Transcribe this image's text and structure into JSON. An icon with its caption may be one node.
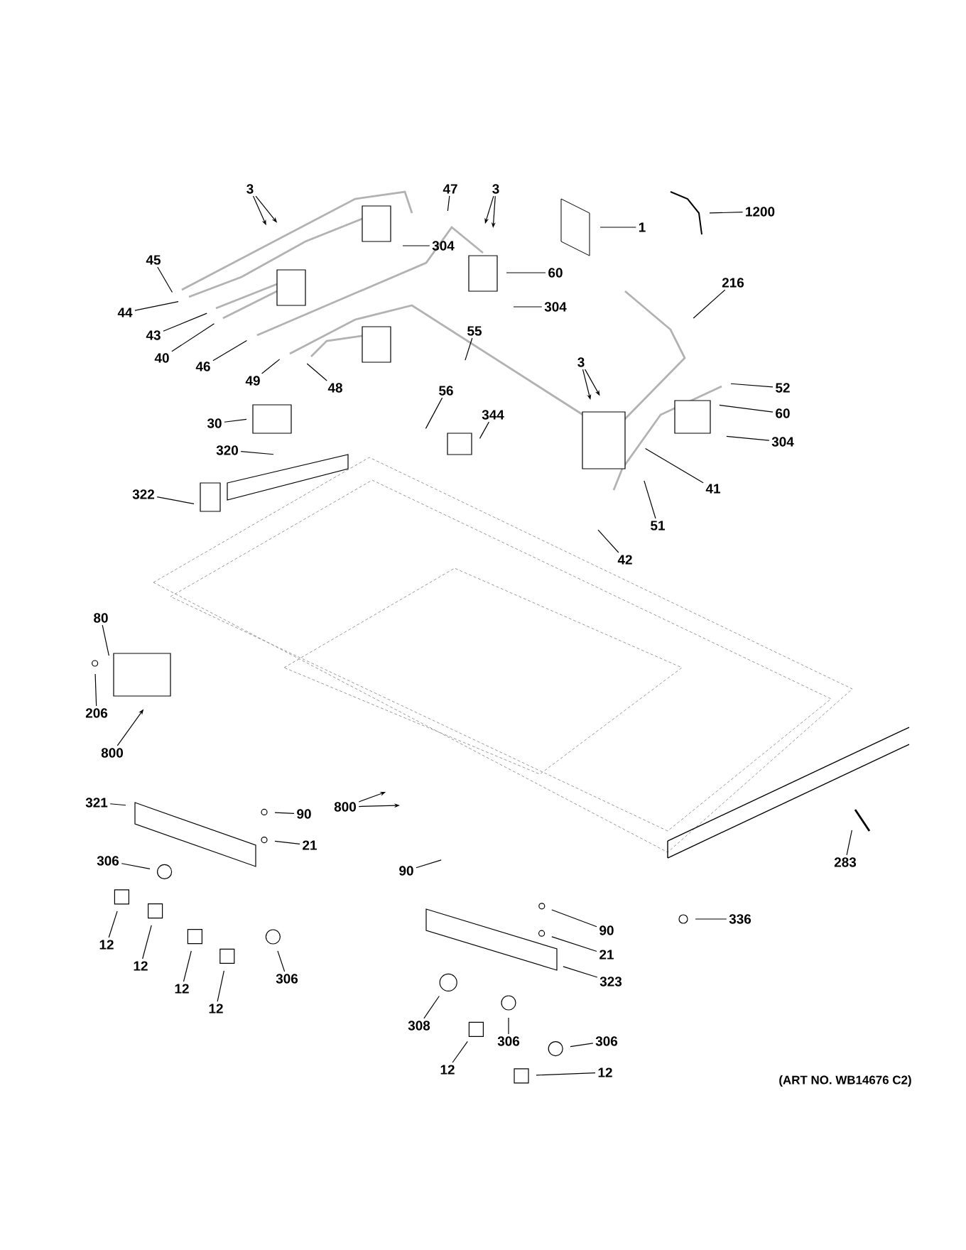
{
  "diagram": {
    "nodes": [
      {
        "text": [
          "3"
        ]
      },
      {
        "text": [
          "47"
        ]
      },
      {
        "text": [
          "3"
        ]
      },
      {
        "text": [
          "1"
        ]
      },
      {
        "text": [
          "1200"
        ]
      },
      {
        "text": [
          "304"
        ]
      },
      {
        "text": [
          "45"
        ]
      },
      {
        "text": [
          "60"
        ]
      },
      {
        "text": [
          "216"
        ]
      },
      {
        "text": [
          "304"
        ]
      },
      {
        "text": [
          "44"
        ]
      },
      {
        "text": [
          "43"
        ]
      },
      {
        "text": [
          "40"
        ]
      },
      {
        "text": [
          "46"
        ]
      },
      {
        "text": [
          "55"
        ]
      },
      {
        "text": [
          "3"
        ]
      },
      {
        "text": [
          "49"
        ]
      },
      {
        "text": [
          "48"
        ]
      },
      {
        "text": [
          "52"
        ]
      },
      {
        "text": [
          "56"
        ]
      },
      {
        "text": [
          "60"
        ]
      },
      {
        "text": [
          "344"
        ]
      },
      {
        "text": [
          "30"
        ]
      },
      {
        "text": [
          "304"
        ]
      },
      {
        "text": [
          "320"
        ]
      },
      {
        "text": [
          "41"
        ]
      },
      {
        "text": [
          "322"
        ]
      },
      {
        "text": [
          "51"
        ]
      },
      {
        "text": [
          "42"
        ]
      },
      {
        "text": [
          "80"
        ]
      },
      {
        "text": [
          "206"
        ]
      },
      {
        "text": [
          "800"
        ]
      },
      {
        "text": [
          "321"
        ]
      },
      {
        "text": [
          "800"
        ]
      },
      {
        "text": [
          "90"
        ]
      },
      {
        "text": [
          "21"
        ]
      },
      {
        "text": [
          "306"
        ]
      },
      {
        "text": [
          "283"
        ]
      },
      {
        "text": [
          "90"
        ]
      },
      {
        "text": [
          "336"
        ]
      },
      {
        "text": [
          "90"
        ]
      },
      {
        "text": [
          "12"
        ]
      },
      {
        "text": [
          "21"
        ]
      },
      {
        "text": [
          "12"
        ]
      },
      {
        "text": [
          "306"
        ]
      },
      {
        "text": [
          "323"
        ]
      },
      {
        "text": [
          "12"
        ]
      },
      {
        "text": [
          "12"
        ]
      },
      {
        "text": [
          "308"
        ]
      },
      {
        "text": [
          "306"
        ]
      },
      {
        "text": [
          "306"
        ]
      },
      {
        "text": [
          "12"
        ]
      },
      {
        "text": [
          "12"
        ]
      }
    ],
    "edges": [
      {
        "from": 0,
        "to": null,
        "arrow": "to"
      },
      {
        "from": 0,
        "to": null,
        "arrow": "to"
      },
      {
        "from": 1,
        "to": null,
        "arrow": "none"
      },
      {
        "from": 2,
        "to": null,
        "arrow": "to"
      },
      {
        "from": 2,
        "to": null,
        "arrow": "to"
      },
      {
        "from": 3,
        "to": null,
        "arrow": "none"
      },
      {
        "from": 4,
        "to": null,
        "arrow": "none"
      },
      {
        "from": 5,
        "to": null,
        "arrow": "none"
      },
      {
        "from": 6,
        "to": null,
        "arrow": "none"
      },
      {
        "from": 7,
        "to": null,
        "arrow": "none"
      },
      {
        "from": 8,
        "to": null,
        "arrow": "none"
      },
      {
        "from": 9,
        "to": null,
        "arrow": "none"
      },
      {
        "from": 10,
        "to": null,
        "arrow": "none"
      },
      {
        "from": 11,
        "to": null,
        "arrow": "none"
      },
      {
        "from": 12,
        "to": null,
        "arrow": "none"
      },
      {
        "from": 13,
        "to": null,
        "arrow": "none"
      },
      {
        "from": 14,
        "to": null,
        "arrow": "none"
      },
      {
        "from": 15,
        "to": null,
        "arrow": "to"
      },
      {
        "from": 15,
        "to": null,
        "arrow": "to"
      },
      {
        "from": 16,
        "to": null,
        "arrow": "none"
      },
      {
        "from": 17,
        "to": null,
        "arrow": "none"
      },
      {
        "from": 18,
        "to": null,
        "arrow": "none"
      },
      {
        "from": 19,
        "to": null,
        "arrow": "none"
      },
      {
        "from": 20,
        "to": null,
        "arrow": "none"
      },
      {
        "from": 21,
        "to": null,
        "arrow": "none"
      },
      {
        "from": 22,
        "to": null,
        "arrow": "none"
      },
      {
        "from": 23,
        "to": null,
        "arrow": "none"
      },
      {
        "from": 24,
        "to": null,
        "arrow": "none"
      },
      {
        "from": 25,
        "to": null,
        "arrow": "none"
      },
      {
        "from": 26,
        "to": null,
        "arrow": "none"
      },
      {
        "from": 27,
        "to": null,
        "arrow": "none"
      },
      {
        "from": 28,
        "to": null,
        "arrow": "none"
      },
      {
        "from": 29,
        "to": null,
        "arrow": "none"
      },
      {
        "from": 30,
        "to": null,
        "arrow": "none"
      },
      {
        "from": 31,
        "to": null,
        "arrow": "to"
      },
      {
        "from": 32,
        "to": null,
        "arrow": "none"
      },
      {
        "from": 33,
        "to": null,
        "arrow": "to"
      },
      {
        "from": 33,
        "to": null,
        "arrow": "to"
      },
      {
        "from": 34,
        "to": null,
        "arrow": "none"
      },
      {
        "from": 35,
        "to": null,
        "arrow": "none"
      },
      {
        "from": 36,
        "to": null,
        "arrow": "none"
      },
      {
        "from": 37,
        "to": null,
        "arrow": "none"
      },
      {
        "from": 38,
        "to": null,
        "arrow": "none"
      },
      {
        "from": 39,
        "to": null,
        "arrow": "none"
      },
      {
        "from": 40,
        "to": null,
        "arrow": "none"
      },
      {
        "from": 41,
        "to": null,
        "arrow": "none"
      },
      {
        "from": 42,
        "to": null,
        "arrow": "none"
      },
      {
        "from": 43,
        "to": null,
        "arrow": "none"
      },
      {
        "from": 44,
        "to": null,
        "arrow": "none"
      },
      {
        "from": 45,
        "to": null,
        "arrow": "none"
      },
      {
        "from": 46,
        "to": null,
        "arrow": "none"
      },
      {
        "from": 47,
        "to": null,
        "arrow": "none"
      },
      {
        "from": 48,
        "to": null,
        "arrow": "none"
      },
      {
        "from": 49,
        "to": null,
        "arrow": "none"
      },
      {
        "from": 50,
        "to": null,
        "arrow": "none"
      },
      {
        "from": 51,
        "to": null,
        "arrow": "none"
      },
      {
        "from": 52,
        "to": null,
        "arrow": "none"
      }
    ],
    "labels": [
      "(ART NO. WB14676 C2)"
    ]
  }
}
